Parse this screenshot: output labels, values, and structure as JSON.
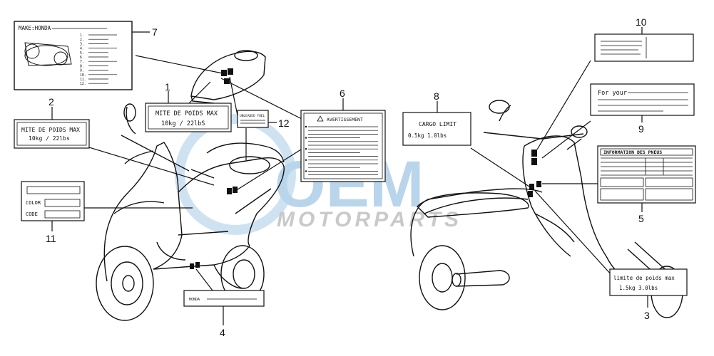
{
  "watermark": {
    "brand": "OEM",
    "sub": "MOTORPARTS"
  },
  "callouts": {
    "n1": "1",
    "n2": "2",
    "n3": "3",
    "n4": "4",
    "n5": "5",
    "n6": "6",
    "n7": "7",
    "n8": "8",
    "n9": "9",
    "n10": "10",
    "n11": "11",
    "n12": "12"
  },
  "labels": {
    "l1_line1": "MITE DE POIDS MAX",
    "l1_line2": "10kg / 22lbS",
    "l2_line1": "MITE DE POIDS MAX",
    "l2_line2": "10kg / 22lbs",
    "l3_line1": "limite de poids max",
    "l3_line2": "1.5kg  3.0lbs",
    "l4_text": "HONDA",
    "l5_title": "INFORMATION DES PNEUS",
    "l6_title": "AVERTISSEMENT",
    "l7_make": "MAKE:HONDA",
    "l7_items": [
      "1.",
      "2.",
      "3.",
      "4.",
      "5.",
      "6.",
      "7.",
      "8.",
      "9.",
      "10.",
      "11.",
      "12."
    ],
    "l8_line1": "CARGO LIMIT",
    "l8_line2": "0.5kg     1.0lbs",
    "l9_text": "For your",
    "l11_color": "COLOR",
    "l11_code": "CODE",
    "l12_text": "UNLEADED FUEL"
  }
}
